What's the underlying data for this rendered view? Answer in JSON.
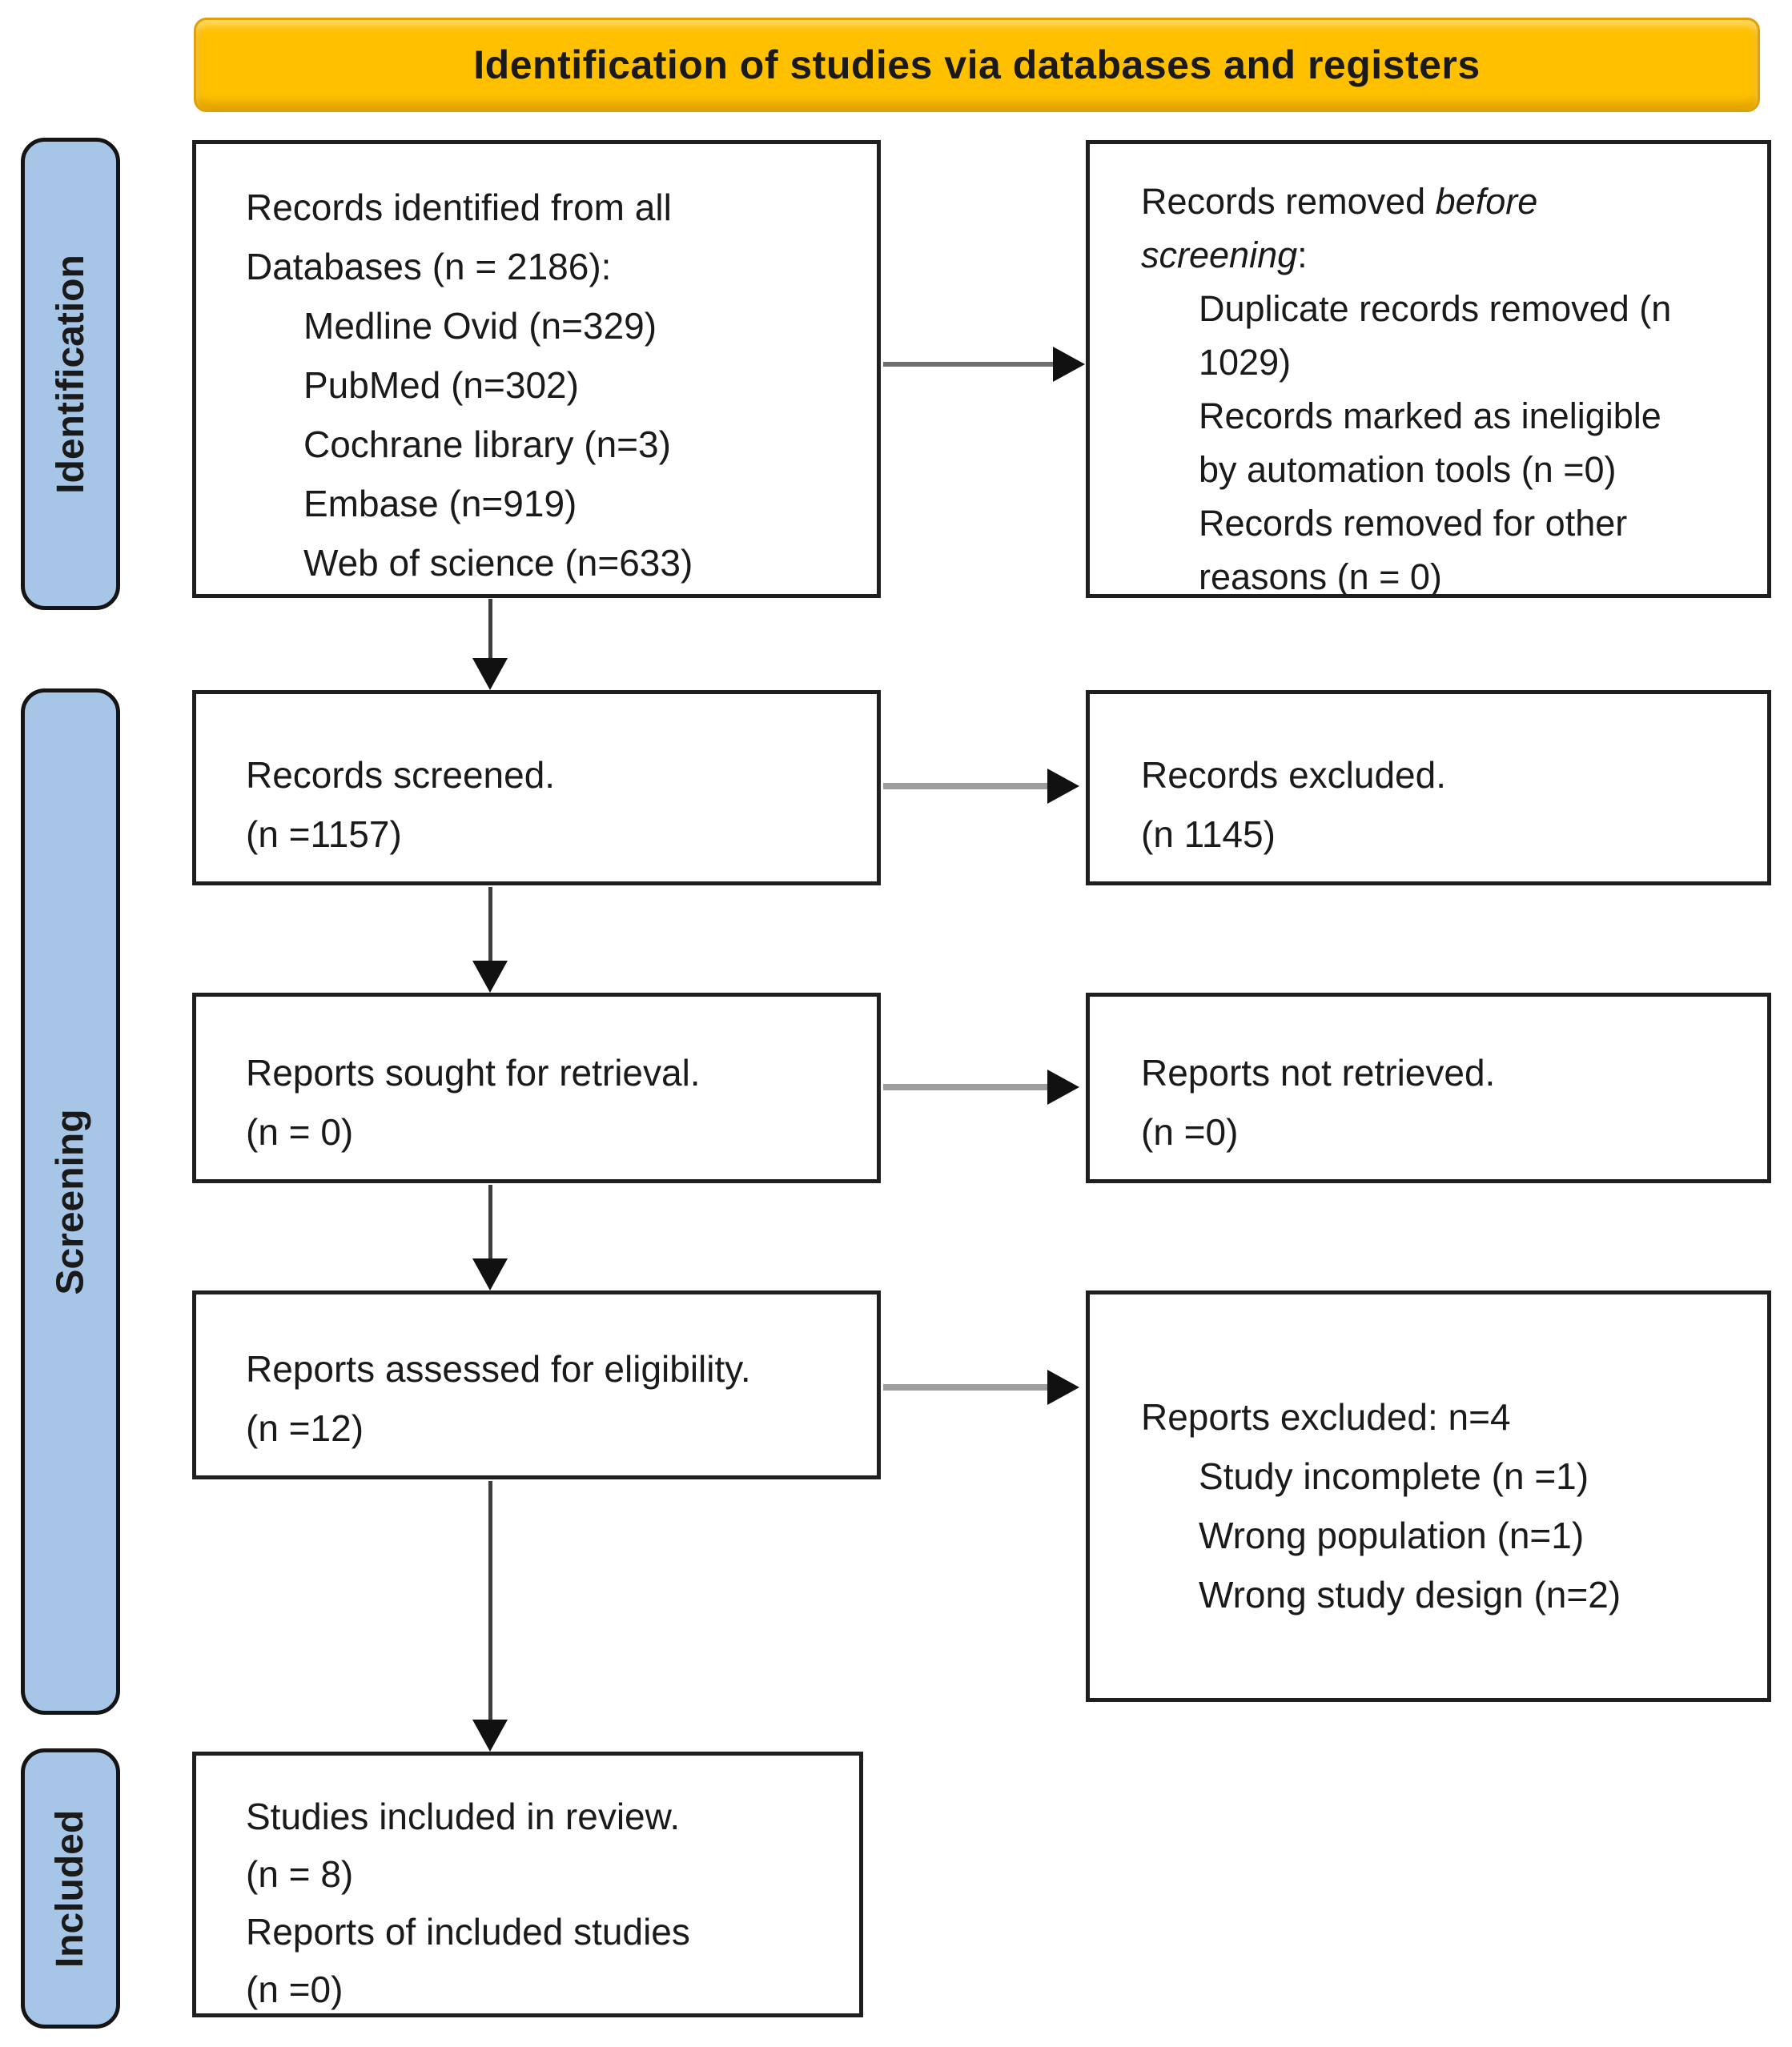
{
  "title": "Identification of studies via databases and registers",
  "colors": {
    "banner": "#FFC000",
    "sidebar": "#A7C6E7",
    "box_border": "#1f1f1f",
    "arrow_head": "#111111"
  },
  "sidebar": {
    "identification": "Identification",
    "screening": "Screening",
    "included": "Included"
  },
  "boxes": {
    "identified": {
      "line1": "Records identified from all",
      "line2": "Databases (n = 2186):",
      "items": [
        "Medline Ovid (n=329)",
        "PubMed (n=302)",
        "Cochrane library (n=3)",
        "Embase (n=919)",
        "Web of science (n=633)"
      ]
    },
    "removed": {
      "lead": "Records removed ",
      "italic": "before screening",
      "colon": ":",
      "items": [
        "Duplicate records removed (n 1029)",
        "Records marked as ineligible by automation tools (n =0)",
        "Records removed for other reasons (n = 0)"
      ]
    },
    "screened": {
      "line1": "Records screened.",
      "line2": "(n =1157)"
    },
    "excluded": {
      "line1": "Records excluded.",
      "line2": "(n 1145)"
    },
    "sought": {
      "line1": "Reports sought for retrieval.",
      "line2": "(n = 0)"
    },
    "not_retrieved": {
      "line1": "Reports not retrieved.",
      "line2": "(n =0)"
    },
    "assessed": {
      "line1": "Reports assessed for eligibility.",
      "line2": "(n =12)"
    },
    "reports_excluded": {
      "header": "Reports excluded: n=4",
      "items": [
        "Study incomplete (n =1)",
        "Wrong population (n=1)",
        "Wrong study design (n=2)"
      ]
    },
    "included_review": {
      "line1": "Studies included in review.",
      "line2": "(n = 8)",
      "line3": "Reports of included studies",
      "line4": "(n =0)"
    }
  }
}
